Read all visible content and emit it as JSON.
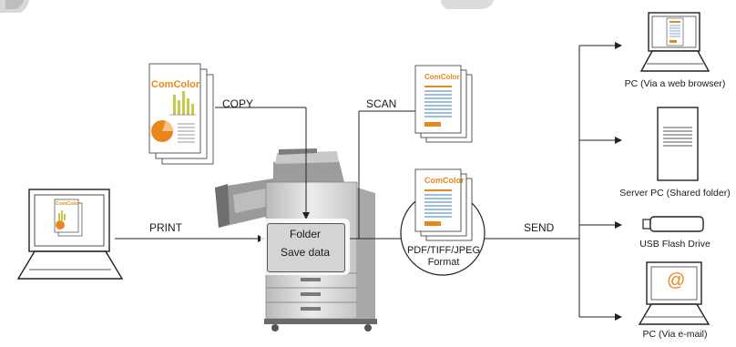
{
  "brand": {
    "logo_text": "ComColor",
    "accent": "#e8871e",
    "doc_blue": "#7fa8d4"
  },
  "labels": {
    "copy": "COPY",
    "scan": "SCAN",
    "print": "PRINT",
    "send": "SEND",
    "folder": "Folder",
    "save_data": "Save data",
    "format_line1": "PDF/TIFF/JPEG",
    "format_line2": "Format"
  },
  "destinations": [
    {
      "label": "PC (Via a web browser)",
      "icon": "monitor-document-icon"
    },
    {
      "label": "Server PC (Shared folder)",
      "icon": "server-tower-icon"
    },
    {
      "label": "USB Flash Drive",
      "icon": "usb-drive-icon"
    },
    {
      "label": "PC (Via e-mail)",
      "icon": "monitor-email-icon"
    }
  ],
  "email_symbol": "@"
}
